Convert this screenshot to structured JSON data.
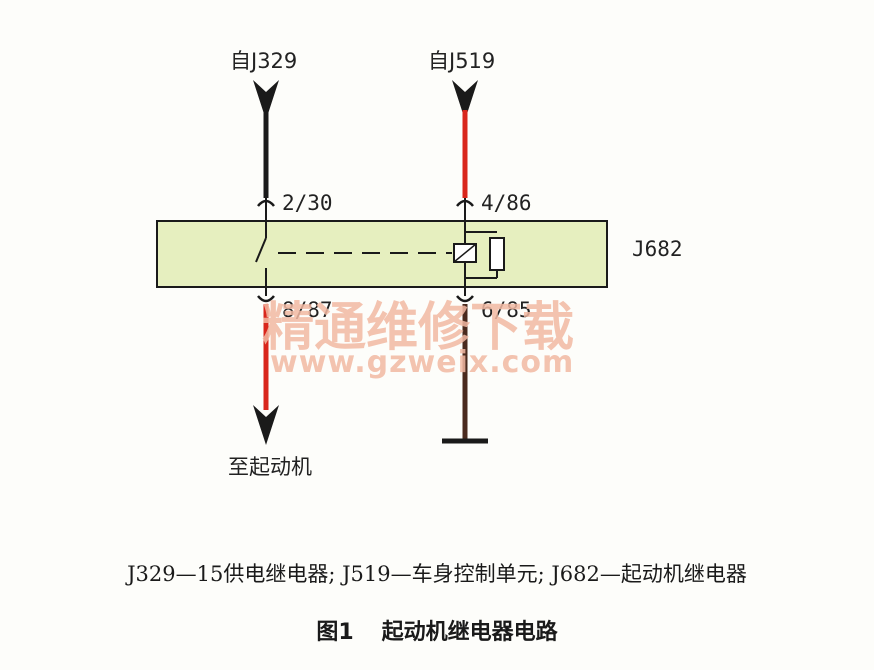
{
  "diagram": {
    "source_left": "自J329",
    "source_right": "自J519",
    "pin_top_left": "2/30",
    "pin_top_right": "4/86",
    "pin_bottom_left": "8/87",
    "pin_bottom_right": "6/85",
    "relay_label": "J682",
    "destination": "至起动机",
    "watermark_text": "精通维修下载",
    "watermark_url": "www.gzweix.com"
  },
  "legend": "J329—15供电继电器; J519—车身控制单元; J682—起动机继电器",
  "caption": {
    "number": "图1",
    "title": "起动机继电器电路"
  },
  "colors": {
    "relay_fill": "#e6efbf",
    "wire_black": "#1a1a1a",
    "wire_red": "#d9261c",
    "wire_brown": "#4a2a1e"
  }
}
